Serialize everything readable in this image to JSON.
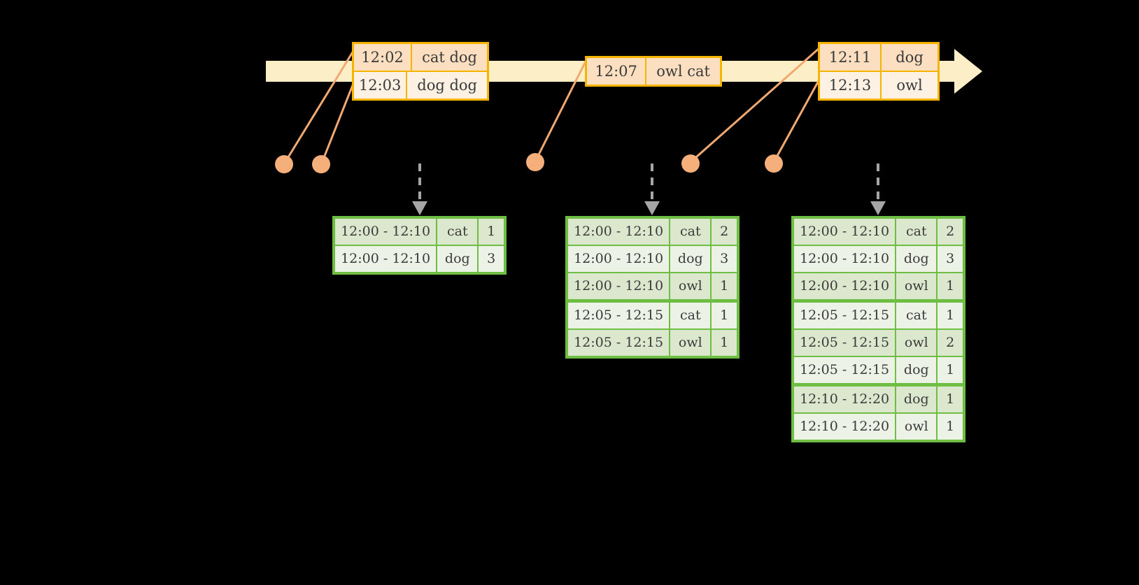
{
  "colors": {
    "background": "#000000",
    "timeline_bar": "#FCEFC7",
    "event_border": "#F5B400",
    "event_fill_dark": "#FBDFC0",
    "event_fill_light": "#FDF1E3",
    "connector": "#F2A971",
    "dot": "#F5AF7A",
    "arrow_gray": "#A6A6A6",
    "table_border": "#6EBE44",
    "table_fill_dark": "#DCE8CE",
    "table_fill_light": "#EDF2E6",
    "text": "#3a3a3a"
  },
  "timeline": {
    "name": "event-stream-timeline",
    "direction": "left-to-right",
    "event_groups": [
      {
        "name": "event-group-1",
        "rows": [
          {
            "time": "12:02",
            "value": "cat dog"
          },
          {
            "time": "12:03",
            "value": "dog dog"
          }
        ]
      },
      {
        "name": "event-group-2",
        "rows": [
          {
            "time": "12:07",
            "value": "owl cat"
          }
        ]
      },
      {
        "name": "event-group-3",
        "rows": [
          {
            "time": "12:11",
            "value": "dog"
          },
          {
            "time": "12:13",
            "value": "owl"
          }
        ]
      }
    ]
  },
  "connector_dots": [
    {
      "name": "connector-dot-1"
    },
    {
      "name": "connector-dot-2"
    },
    {
      "name": "connector-dot-3"
    },
    {
      "name": "connector-dot-4"
    },
    {
      "name": "connector-dot-5"
    }
  ],
  "result_tables": [
    {
      "name": "result-table-1",
      "rows": [
        {
          "window": "12:00 - 12:10",
          "key": "cat",
          "count": "1",
          "group": 1
        },
        {
          "window": "12:00 - 12:10",
          "key": "dog",
          "count": "3",
          "group": 1
        }
      ]
    },
    {
      "name": "result-table-2",
      "rows": [
        {
          "window": "12:00 - 12:10",
          "key": "cat",
          "count": "2",
          "group": 1
        },
        {
          "window": "12:00 - 12:10",
          "key": "dog",
          "count": "3",
          "group": 1
        },
        {
          "window": "12:00 - 12:10",
          "key": "owl",
          "count": "1",
          "group": 1
        },
        {
          "window": "12:05 - 12:15",
          "key": "cat",
          "count": "1",
          "group": 2
        },
        {
          "window": "12:05 - 12:15",
          "key": "owl",
          "count": "1",
          "group": 2
        }
      ]
    },
    {
      "name": "result-table-3",
      "rows": [
        {
          "window": "12:00 - 12:10",
          "key": "cat",
          "count": "2",
          "group": 1
        },
        {
          "window": "12:00 - 12:10",
          "key": "dog",
          "count": "3",
          "group": 1
        },
        {
          "window": "12:00 - 12:10",
          "key": "owl",
          "count": "1",
          "group": 1
        },
        {
          "window": "12:05 - 12:15",
          "key": "cat",
          "count": "1",
          "group": 2
        },
        {
          "window": "12:05 - 12:15",
          "key": "owl",
          "count": "2",
          "group": 2
        },
        {
          "window": "12:05 - 12:15",
          "key": "dog",
          "count": "1",
          "group": 2
        },
        {
          "window": "12:10 - 12:20",
          "key": "dog",
          "count": "1",
          "group": 3
        },
        {
          "window": "12:10 - 12:20",
          "key": "owl",
          "count": "1",
          "group": 3
        }
      ]
    }
  ]
}
